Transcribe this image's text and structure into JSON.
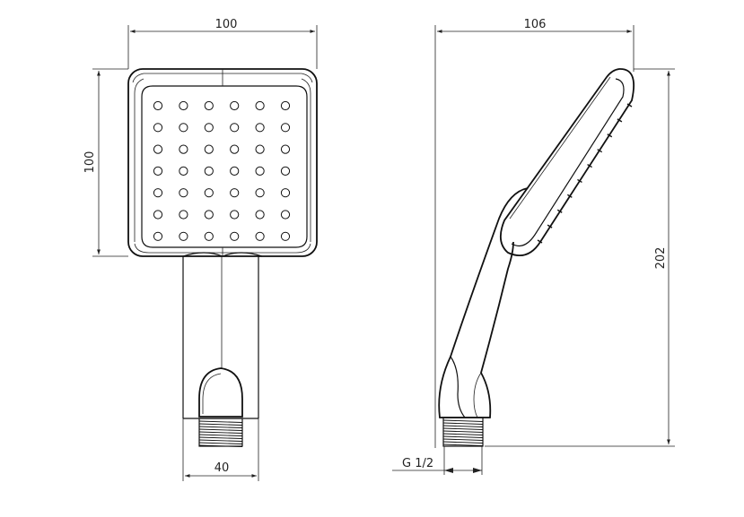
{
  "dimensions": {
    "head_width": "100",
    "head_height": "100",
    "connector_width": "40",
    "side_depth": "106",
    "total_length": "202",
    "thread": "G 1/2"
  },
  "nozzle_grid": {
    "rows": 7,
    "cols": 6
  },
  "colors": {
    "stroke": "#111111",
    "background": "#ffffff"
  }
}
